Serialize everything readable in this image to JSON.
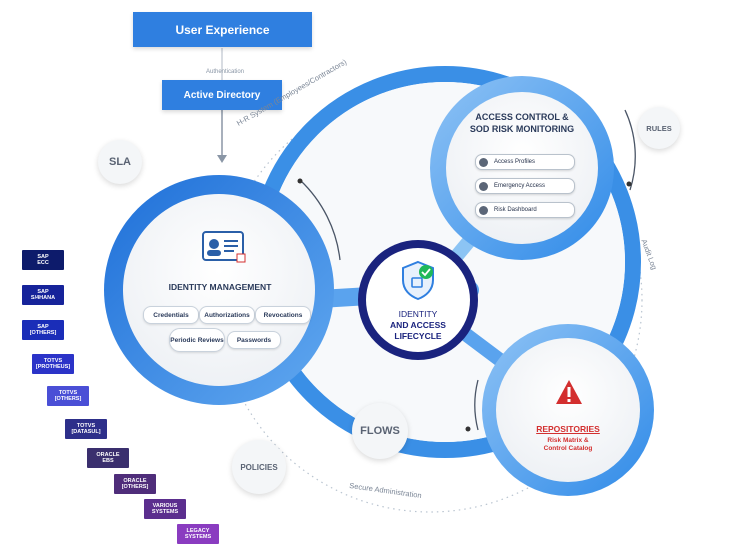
{
  "header": {
    "user_experience": "User Experience",
    "authentication": "Authentication",
    "active_directory": "Active Directory"
  },
  "arc_labels": {
    "hr_system": "H-R System (Employees/Contractors)",
    "audit_log": "Audit Log",
    "secure_admin": "Secure Administration"
  },
  "side_circles": {
    "sla": "SLA",
    "rules": "RULES",
    "flows": "FLOWS",
    "policies": "POLICIES"
  },
  "identity_management": {
    "title": "IDENTITY MANAGEMENT",
    "items": [
      "Credentials",
      "Authorizations",
      "Revocations",
      "Periodic Reviews",
      "Passwords"
    ]
  },
  "access_control": {
    "title_line1": "ACCESS CONTROL &",
    "title_line2": "SOD RISK MONITORING",
    "items": [
      "Access Profiles",
      "Emergency Access",
      "Risk Dashboard"
    ]
  },
  "center": {
    "line1": "IDENTITY",
    "line2": "AND ACCESS",
    "line3": "LIFECYCLE"
  },
  "repositories": {
    "title": "REPOSITORIES",
    "sub1": "Risk Matrix &",
    "sub2": "Control Catalog"
  },
  "systems": [
    {
      "l1": "SAP",
      "l2": "ECC",
      "color": "#0d1b6b"
    },
    {
      "l1": "SAP",
      "l2": "S/4HANA",
      "color": "#16239a"
    },
    {
      "l1": "SAP",
      "l2": "[OTHERS]",
      "color": "#1a2db8"
    },
    {
      "l1": "TOTVS",
      "l2": "[PROTHEUS]",
      "color": "#2b33c8"
    },
    {
      "l1": "TOTVS",
      "l2": "[OTHERS]",
      "color": "#4a4fd6"
    },
    {
      "l1": "TOTVS",
      "l2": "[DATASUL]",
      "color": "#2d2f8a"
    },
    {
      "l1": "ORACLE",
      "l2": "EBS",
      "color": "#3a2f6e"
    },
    {
      "l1": "ORACLE",
      "l2": "[OTHERS]",
      "color": "#4f2d7a"
    },
    {
      "l1": "VARIOUS",
      "l2": "SYSTEMS",
      "color": "#5b2e8e"
    },
    {
      "l1": "LEGACY",
      "l2": "SYSTEMS",
      "color": "#8a3cc0"
    }
  ],
  "colors": {
    "primary_blue": "#2f7fe0",
    "navy": "#1a237e",
    "alert_red": "#d32f2f"
  }
}
